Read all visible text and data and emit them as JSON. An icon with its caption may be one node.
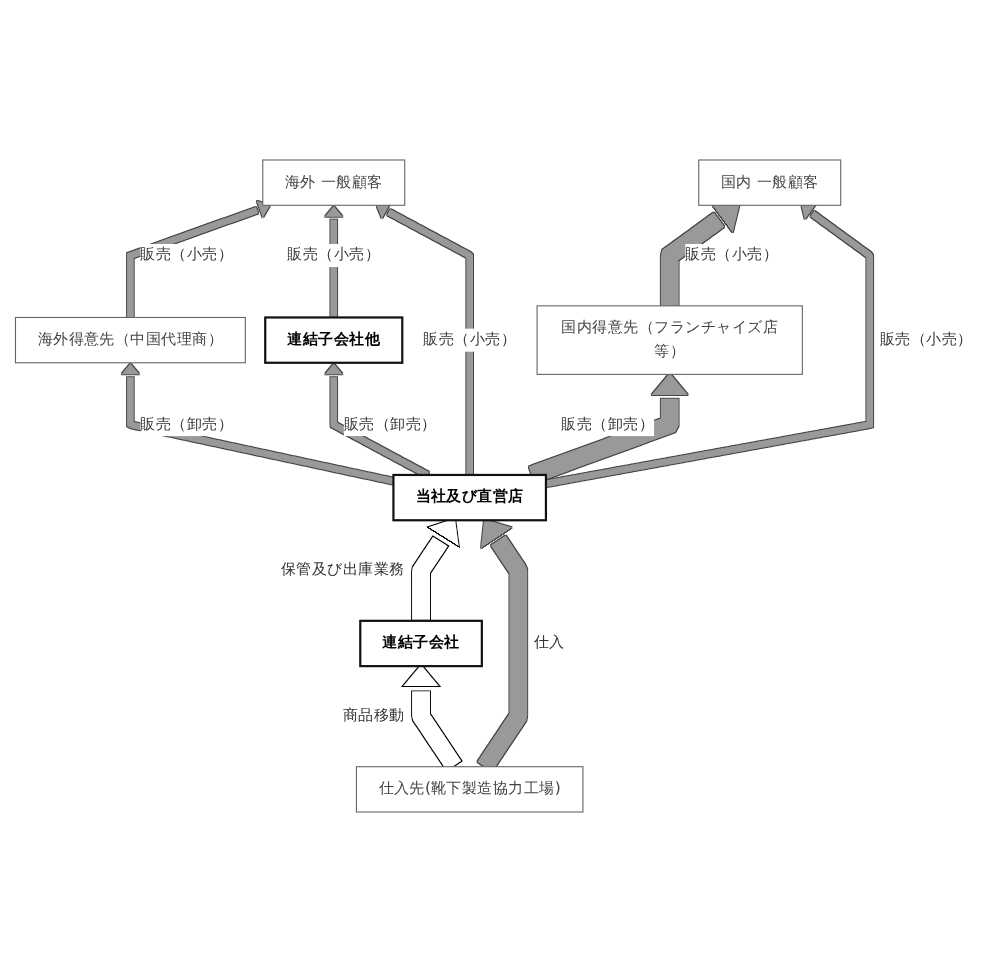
{
  "diagram": {
    "nodes": [
      {
        "text": [
          "海外 一般顧客"
        ]
      },
      {
        "text": [
          "国内 一般顧客"
        ]
      },
      {
        "text": [
          "海外得意先（中国代理商）"
        ]
      },
      {
        "text": [
          "連結子会社他"
        ]
      },
      {
        "text": [
          "国内得意先（フランチャイズ店等）"
        ]
      },
      {
        "text": [
          "当社及び直営店"
        ]
      },
      {
        "text": [
          "連結子会社"
        ]
      },
      {
        "text": [
          "仕入先(靴下製造協力工場)"
        ]
      }
    ],
    "edges": [
      {
        "from": 2,
        "to": 0,
        "arrow": "to",
        "label": "販売（小売）"
      },
      {
        "from": 3,
        "to": 0,
        "arrow": "to",
        "label": "販売（小売）"
      },
      {
        "from": 5,
        "to": 0,
        "arrow": "to",
        "label": "販売（小売）"
      },
      {
        "from": 4,
        "to": 1,
        "arrow": "to",
        "label": "販売（小売）",
        "style": "thick"
      },
      {
        "from": 5,
        "to": 1,
        "arrow": "to",
        "label": "販売（小売）"
      },
      {
        "from": 5,
        "to": 2,
        "arrow": "to",
        "label": "販売（卸売）"
      },
      {
        "from": 5,
        "to": 3,
        "arrow": "to",
        "label": "販売（卸売）"
      },
      {
        "from": 5,
        "to": 4,
        "arrow": "to",
        "label": "販売（卸売）",
        "style": "thick"
      },
      {
        "from": 6,
        "to": 5,
        "arrow": "to",
        "label": "保管及び出庫業務",
        "style": "thick",
        "color": "#000000"
      },
      {
        "from": 7,
        "to": 6,
        "arrow": "to",
        "label": "商品移動",
        "style": "thick",
        "color": "#000000"
      },
      {
        "from": 7,
        "to": 5,
        "arrow": "to",
        "label": "仕入",
        "style": "thick"
      }
    ]
  }
}
